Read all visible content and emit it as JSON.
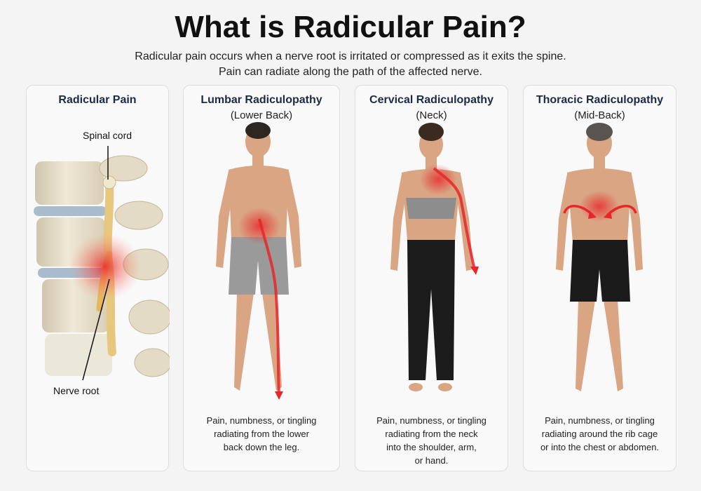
{
  "header": {
    "title": "What is Radicular Pain?",
    "subtitle_lines": [
      "Radicular pain occurs when a nerve root is irritated or compressed as it exits the spine.",
      "Pain can radiate along the path of the affected nerve."
    ]
  },
  "panels": [
    {
      "title": "Radicular Pain",
      "labels": {
        "spinal_cord": "Spinal cord",
        "nerve_root": "Nerve root"
      }
    },
    {
      "title": "Lumbar Radiculopathy",
      "subtitle": "(Lower Back)",
      "description": [
        "Pain, numbness, or tingling",
        "radiating from the lower",
        "back down the leg."
      ]
    },
    {
      "title": "Cervical Radiculopathy",
      "subtitle": "(Neck)",
      "description": [
        "Pain, numbness, or tingling",
        "radiating from the neck",
        "into the shoulder, arm,",
        "or hand."
      ]
    },
    {
      "title": "Thoracic Radiculopathy",
      "subtitle": "(Mid-Back)",
      "description": [
        "Pain, numbness, or tingling",
        "radiating around the rib cage",
        "or into the chest or abdomen."
      ]
    }
  ],
  "colors": {
    "pain": "#e8262a",
    "skin": "#d9a583",
    "bone": "#e9e1cc",
    "disc": "#9fb3c6",
    "nerve": "#e7c77d",
    "card_title": "#1c2a44"
  }
}
